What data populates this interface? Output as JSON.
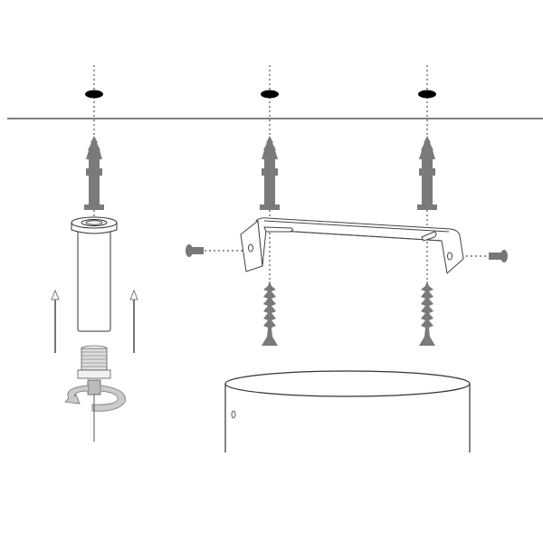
{
  "diagram": {
    "colors": {
      "background": "#ffffff",
      "line": "#333333",
      "part_fill": "#7a7a7a",
      "hole": "#000000"
    },
    "parts": [
      "ceiling",
      "drill-holes",
      "wall-anchors",
      "sleeve",
      "threaded-fitting",
      "rotate-arrow",
      "mounting-bracket",
      "machine-screws",
      "wood-screws",
      "canopy"
    ]
  }
}
